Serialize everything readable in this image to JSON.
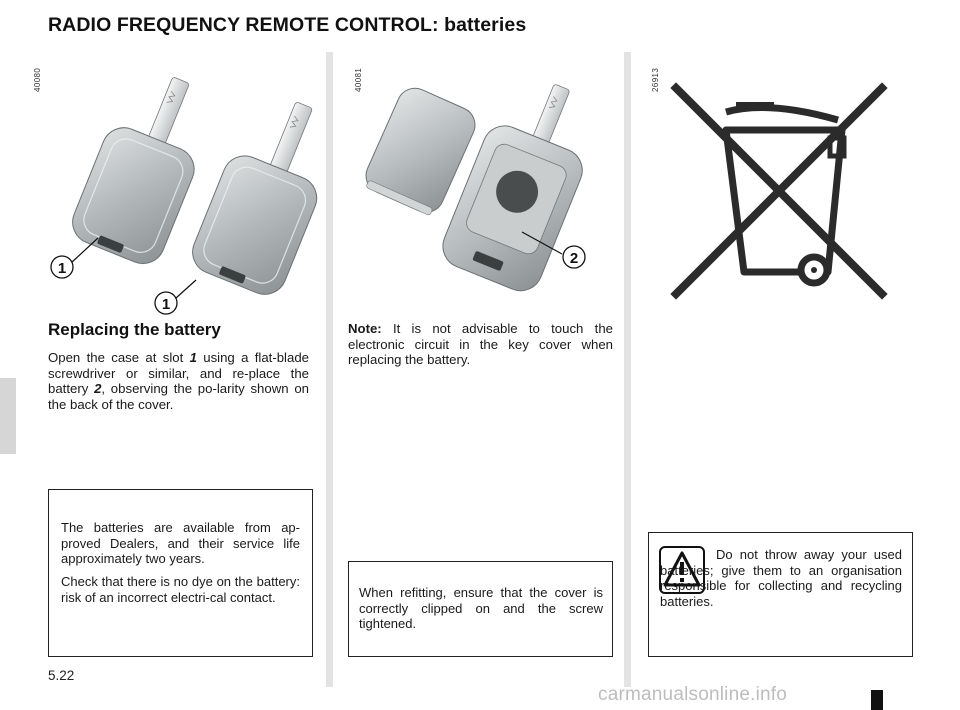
{
  "page": {
    "title": "RADIO FREQUENCY REMOTE CONTROL: batteries",
    "page_number": "5.22",
    "watermark": "carmanualsonline.info"
  },
  "figures": {
    "left": {
      "code": "40080",
      "callouts": [
        "1",
        "1"
      ]
    },
    "middle": {
      "code": "40081",
      "callouts": [
        "2"
      ]
    },
    "right": {
      "code": "26913"
    }
  },
  "column1": {
    "heading": "Replacing the battery",
    "body_parts": [
      "Open the case at slot ",
      "1",
      " using a flat-blade screwdriver or similar, and re-place the battery ",
      "2",
      ", observing the po-larity shown on the back of the cover."
    ],
    "info_box": [
      "The batteries are available from ap-proved Dealers, and their service life approximately two years.",
      "Check that there is no dye on the battery: risk of an incorrect electri-cal contact."
    ]
  },
  "column2": {
    "note_label": "Note:",
    "note_text": " It is not advisable to touch the electronic circuit in the key cover when replacing the battery.",
    "info_box": "When refitting, ensure that the cover is correctly clipped on and the screw tightened."
  },
  "column3": {
    "warning_text": "Do not throw away your used batteries; give them to an organisation responsible for collecting and recycling batteries.",
    "warning_icon": "warning-triangle-icon"
  },
  "colors": {
    "separator": "#e3e3e3",
    "key_shell": "#a9aeb0",
    "text": "#1a1a1a"
  }
}
